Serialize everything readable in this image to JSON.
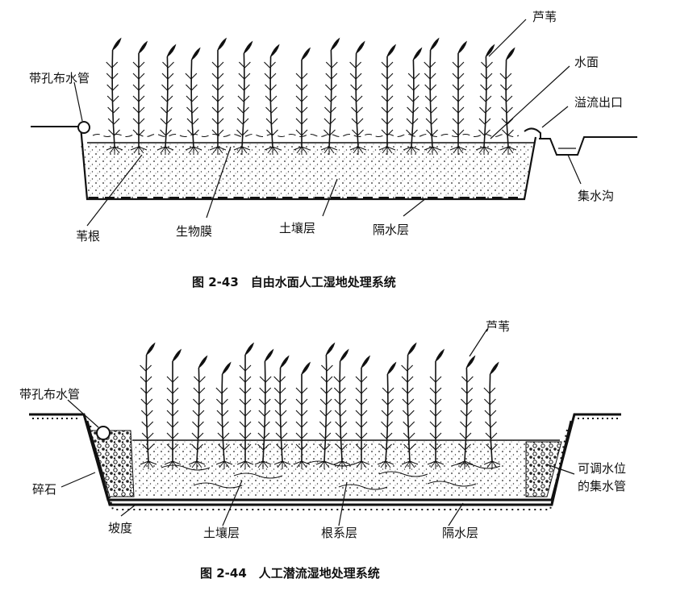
{
  "figure1": {
    "labels": {
      "reed": "芦苇",
      "water_surface": "水面",
      "perforated_pipe": "带孔布水管",
      "overflow_outlet": "溢流出口",
      "collection_ditch": "集水沟",
      "reed_root": "苇根",
      "biofilm": "生物膜",
      "soil_layer": "土壤层",
      "impermeable_layer": "隔水层"
    },
    "caption": "图 2-43　自由水面人工湿地处理系统"
  },
  "figure2": {
    "labels": {
      "reed": "芦苇",
      "perforated_pipe": "带孔布水管",
      "gravel": "碎石",
      "slope": "坡度",
      "soil_layer": "土壤层",
      "root_layer": "根系层",
      "impermeable_layer": "隔水层",
      "adjustable_pipe_line1": "可调水位",
      "adjustable_pipe_line2": "的集水管"
    },
    "caption": "图 2-44　人工潜流湿地处理系统"
  },
  "colors": {
    "ink": "#111111",
    "paper": "#ffffff",
    "shade": "#f4f4f4"
  }
}
